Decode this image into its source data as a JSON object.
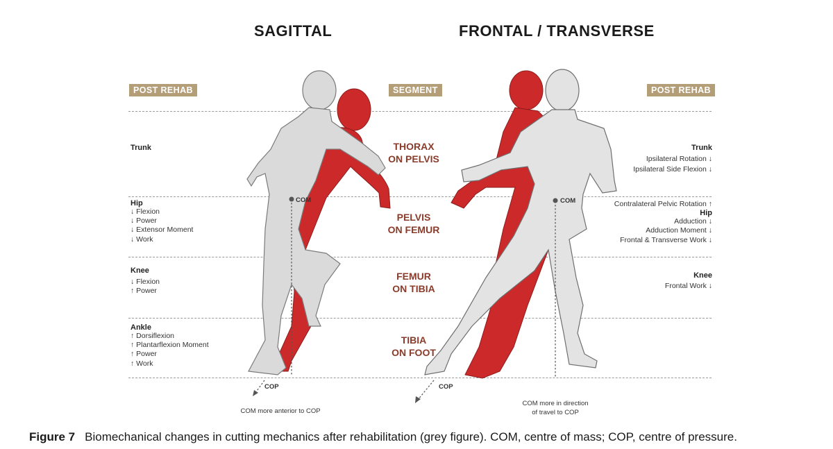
{
  "titles": {
    "sagittal": "SAGITTAL",
    "frontal": "FRONTAL / TRANSVERSE"
  },
  "tags": {
    "left": "POST REHAB",
    "center": "SEGMENT",
    "right": "POST REHAB"
  },
  "segments": [
    {
      "line1": "THORAX",
      "line2": "ON PELVIS"
    },
    {
      "line1": "PELVIS",
      "line2": "ON FEMUR"
    },
    {
      "line1": "FEMUR",
      "line2": "ON TIBIA"
    },
    {
      "line1": "TIBIA",
      "line2": "ON FOOT"
    }
  ],
  "left_panel": {
    "trunk": {
      "heading": "Trunk"
    },
    "hip": {
      "heading": "Hip",
      "items": [
        "↓ Flexion",
        "↓ Power",
        "↓ Extensor Moment",
        "↓ Work"
      ]
    },
    "knee": {
      "heading": "Knee",
      "items": [
        "↓ Flexion",
        "↑ Power"
      ]
    },
    "ankle": {
      "heading": "Ankle",
      "items": [
        "↑ Dorsiflexion",
        "↑ Plantarflexion Moment",
        "↑ Power",
        "↑ Work"
      ]
    }
  },
  "right_panel": {
    "trunk": {
      "heading": "Trunk",
      "items": [
        "Ipsilateral Rotation ↓",
        "Ipsilateral Side Flexion ↓"
      ]
    },
    "pelvis": {
      "item": "Contralateral Pelvic Rotation ↑"
    },
    "hip": {
      "heading": "Hip",
      "items": [
        "Adduction ↓",
        "Adduction Moment ↓",
        "Frontal & Transverse Work ↓"
      ]
    },
    "knee": {
      "heading": "Knee",
      "items": [
        "Frontal Work ↓"
      ]
    }
  },
  "markers": {
    "com": "COM",
    "cop": "COP"
  },
  "notes": {
    "sagittal": "COM more anterior to COP",
    "frontal_line1": "COM more in direction",
    "frontal_line2": "of travel to COP"
  },
  "caption": {
    "label": "Figure 7",
    "text": "Biomechanical changes in cutting mechanics after rehabilitation (grey figure). COM, centre of mass; COP, centre of pressure."
  },
  "colors": {
    "tag": "#b49e78",
    "segment_text": "#8a3b2a",
    "red_figure": "#cc2a2a",
    "grey_figure": "#d9d9d9"
  }
}
